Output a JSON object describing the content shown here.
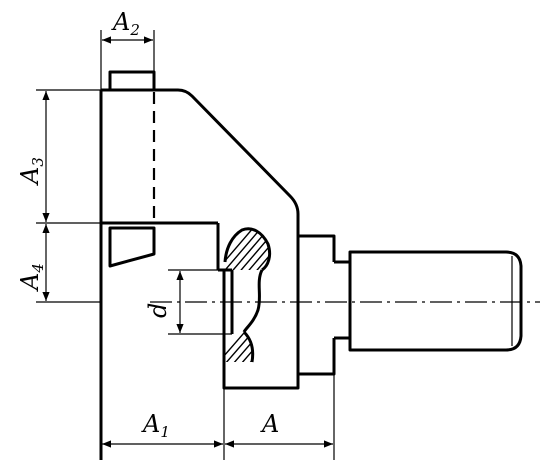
{
  "dimensions": {
    "a": {
      "base": "A",
      "sub": ""
    },
    "a1": {
      "base": "A",
      "sub": "1"
    },
    "a2": {
      "base": "A",
      "sub": "2"
    },
    "a3": {
      "base": "A",
      "sub": "3"
    },
    "a4": {
      "base": "A",
      "sub": "4"
    },
    "d": {
      "base": "d",
      "sub": ""
    }
  },
  "colors": {
    "line": "#000000",
    "background": "#ffffff"
  }
}
